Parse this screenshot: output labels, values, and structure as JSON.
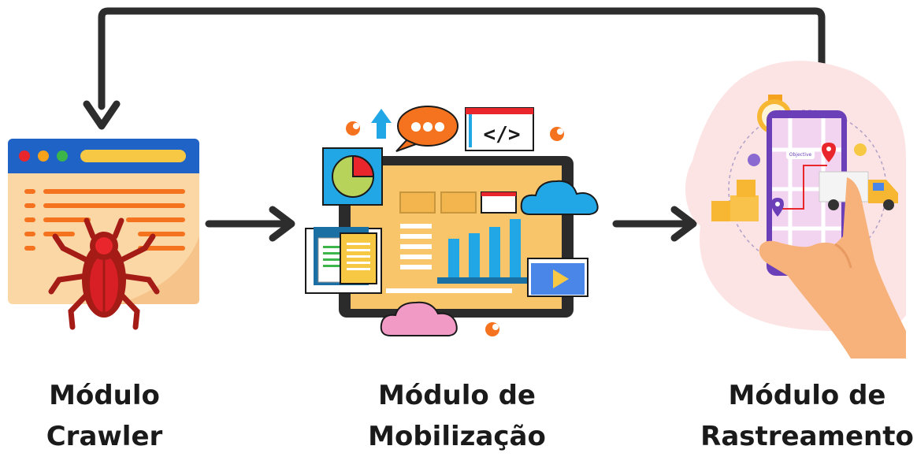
{
  "modules": [
    {
      "id": "crawler",
      "line1": "Módulo",
      "line2": "Crawler"
    },
    {
      "id": "mobilizacao",
      "line1": "Módulo de",
      "line2": "Mobilização"
    },
    {
      "id": "rastreamento",
      "line1": "Módulo de",
      "line2": "Rastreamento"
    }
  ],
  "icons": {
    "crawler": "bug-browser-icon",
    "mobilizacao": "tablet-dashboard-icon",
    "rastreamento": "phone-map-tracking-icon"
  },
  "code_symbol": "</>",
  "map_tag": "Objective",
  "colors": {
    "arrow": "#2d2d2d",
    "browser_bar": "#1f63c6",
    "browser_body": "#fbd7a6",
    "bug": "#a51b16",
    "accent_orange": "#f5731f",
    "accent_yellow": "#f7c843",
    "accent_blue": "#22a7e6",
    "phone": "#7b4fd3",
    "blob": "#fde4e4"
  }
}
